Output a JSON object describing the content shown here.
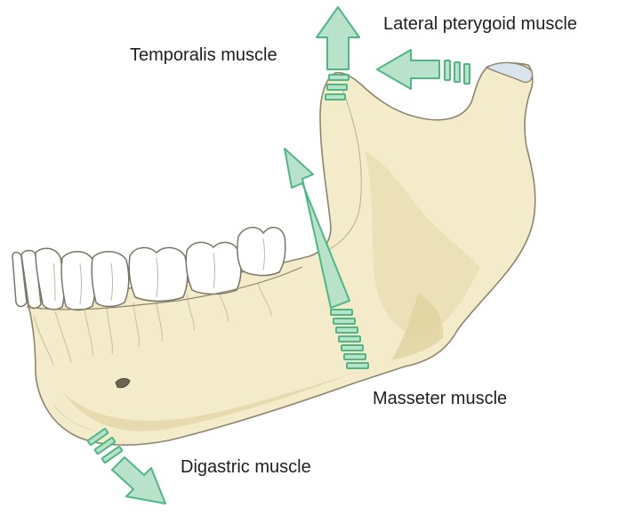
{
  "labels": {
    "temporalis": "Temporalis muscle",
    "lateral_pterygoid": "Lateral pterygoid muscle",
    "masseter": "Masseter muscle",
    "digastric": "Digastric muscle"
  },
  "colors": {
    "bone_fill": "#f3ebca",
    "bone_shadow": "#e2d6a6",
    "bone_outline": "#8d8570",
    "tooth_fill": "#ffffff",
    "tooth_outline": "#7a7566",
    "arrow_fill": "#b9e2cb",
    "arrow_stroke": "#4fb783",
    "condyle_cap": "#d9e4ec",
    "text": "#1e1e1e"
  },
  "icons": {
    "arrow": "muscle-pull-arrow",
    "attachment": "muscle-attachment-stripes"
  }
}
